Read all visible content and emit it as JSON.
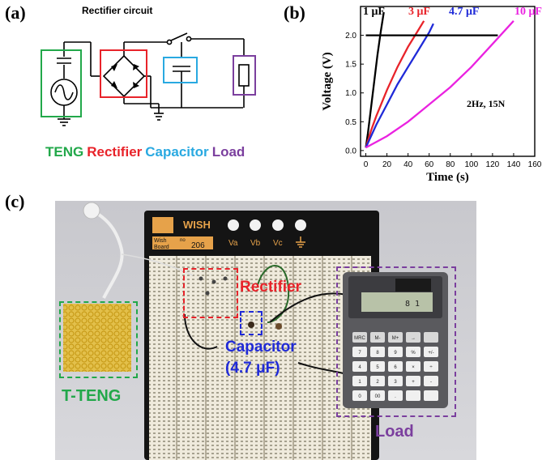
{
  "panel_a": {
    "label": "(a)",
    "title": "Rectifier circuit",
    "legend": [
      {
        "text": "TENG",
        "color": "#22a84a"
      },
      {
        "text": "Rectifier",
        "color": "#e8232a"
      },
      {
        "text": "Capacitor",
        "color": "#29a9e1"
      },
      {
        "text": "Load",
        "color": "#7b3f9e"
      }
    ]
  },
  "panel_b": {
    "label": "(b)",
    "annotation": "2Hz, 15N",
    "series_labels": [
      {
        "text": "1 μF",
        "color": "#000000"
      },
      {
        "text": "3 μF",
        "color": "#e8232a"
      },
      {
        "text": "4.7 μF",
        "color": "#1f2ad8"
      },
      {
        "text": "10 μF",
        "color": "#ea22e0"
      }
    ]
  },
  "panel_c": {
    "label": "(c)",
    "labels": {
      "tteng": "T-TENG",
      "rectifier": "Rectifier",
      "capacitor": "Capacitor",
      "capacitor_value": "(4.7 μF)",
      "load": "Load"
    },
    "board": {
      "brand": "WISH",
      "model_line1": "Wish",
      "model_line2": "Board",
      "no_label": "no",
      "model_no": "206",
      "terminals": [
        "Va",
        "Vb",
        "Vc"
      ]
    },
    "calculator": {
      "display": "8 1",
      "keys": [
        "MRC",
        "M-",
        "M+",
        "→",
        "",
        "7",
        "8",
        "9",
        "%",
        "+/-",
        "4",
        "5",
        "6",
        "×",
        "÷",
        "1",
        "2",
        "3",
        "+",
        "-",
        "0",
        "00",
        ".",
        "",
        ""
      ]
    }
  },
  "chart_data": {
    "type": "line",
    "xlabel": "Time (s)",
    "ylabel": "Voltage (V)",
    "xlim": [
      -5,
      160
    ],
    "ylim": [
      -0.1,
      2.5
    ],
    "xticks": [
      0,
      20,
      40,
      60,
      80,
      100,
      120,
      140,
      160
    ],
    "yticks": [
      0.0,
      0.5,
      1.0,
      1.5,
      2.0
    ],
    "grid": false,
    "series": [
      {
        "name": "1 μF",
        "color": "#000000",
        "x": [
          0,
          2,
          5,
          8,
          11,
          14,
          17
        ],
        "y": [
          0.05,
          0.3,
          0.75,
          1.2,
          1.65,
          2.05,
          2.4
        ]
      },
      {
        "name": "3 μF",
        "color": "#e8232a",
        "x": [
          0,
          5,
          10,
          20,
          30,
          40,
          50,
          55
        ],
        "y": [
          0.05,
          0.35,
          0.6,
          1.05,
          1.45,
          1.8,
          2.1,
          2.25
        ]
      },
      {
        "name": "4.7 μF",
        "color": "#1f2ad8",
        "x": [
          0,
          10,
          20,
          30,
          40,
          50,
          60,
          64
        ],
        "y": [
          0.05,
          0.45,
          0.8,
          1.15,
          1.45,
          1.75,
          2.05,
          2.2
        ]
      },
      {
        "name": "10 μF",
        "color": "#ea22e0",
        "x": [
          0,
          10,
          20,
          40,
          60,
          80,
          100,
          120,
          140
        ],
        "y": [
          0.05,
          0.15,
          0.25,
          0.5,
          0.8,
          1.1,
          1.45,
          1.85,
          2.25
        ]
      },
      {
        "name": "",
        "color": "#000000",
        "x": [
          0,
          125
        ],
        "y": [
          2.0,
          2.0
        ]
      }
    ]
  }
}
